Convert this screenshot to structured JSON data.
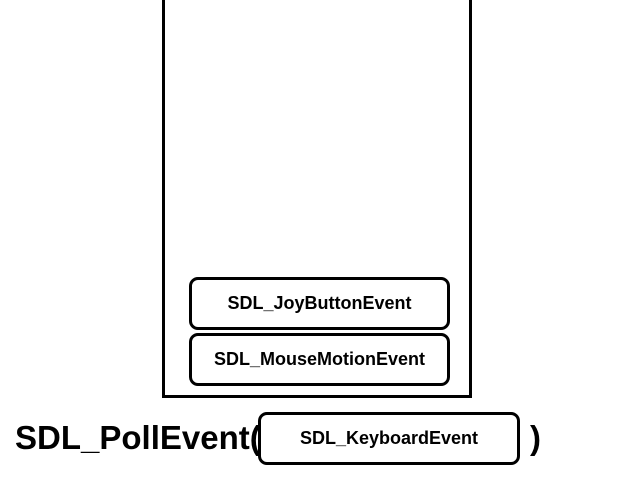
{
  "queue": {
    "events": [
      {
        "label": "SDL_JoyButtonEvent"
      },
      {
        "label": "SDL_MouseMotionEvent"
      }
    ]
  },
  "poll": {
    "function_text": "SDL_PollEvent(",
    "argument_event": "SDL_KeyboardEvent",
    "closing_text": ")"
  }
}
